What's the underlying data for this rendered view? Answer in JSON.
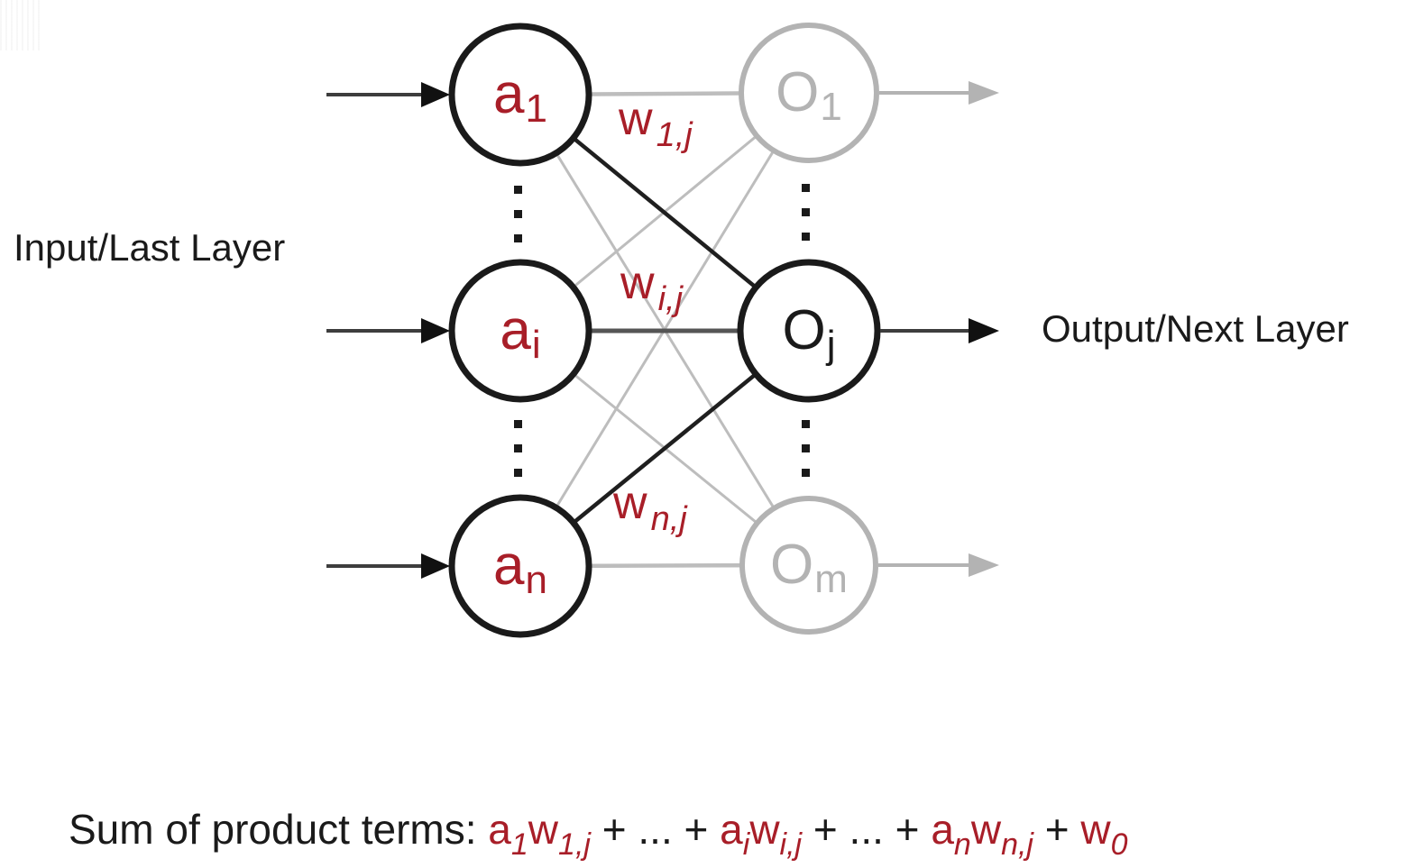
{
  "colors": {
    "term_red": "#a81e28",
    "node_black": "#1a1a1a",
    "node_gray": "#b3b3b3",
    "line_light_gray": "#bdbdbd",
    "line_dark_gray": "#555555",
    "arrow_black": "#111111"
  },
  "labels": {
    "input_layer": "Input/Last Layer",
    "output_layer": "Output/Next Layer"
  },
  "nodes": {
    "a1": {
      "main": "a",
      "sub": "1"
    },
    "ai": {
      "main": "a",
      "sub": "i"
    },
    "an": {
      "main": "a",
      "sub": "n"
    },
    "o1": {
      "main": "O",
      "sub": "1"
    },
    "oj": {
      "main": "O",
      "sub": "j"
    },
    "om": {
      "main": "O",
      "sub": "m"
    }
  },
  "weights": {
    "w1j": {
      "main": "w",
      "sub": "1,j"
    },
    "wij": {
      "main": "w",
      "sub": "i,j"
    },
    "wnj": {
      "main": "w",
      "sub": "n,j"
    }
  },
  "formula": {
    "prefix": "Sum of product terms: ",
    "term1_base": "a",
    "term1_base_sub": "1",
    "term1_weight": "w",
    "term1_weight_sub": "1,j",
    "op1": " + ... + ",
    "term2_base": "a",
    "term2_base_sub": "i",
    "term2_weight": "w",
    "term2_weight_sub": "i,j",
    "op2": " + ... + ",
    "term3_base": "a",
    "term3_base_sub": "n",
    "term3_weight": "w",
    "term3_weight_sub": "n,j",
    "op3": " + ",
    "bias": "w",
    "bias_sub": "0"
  }
}
